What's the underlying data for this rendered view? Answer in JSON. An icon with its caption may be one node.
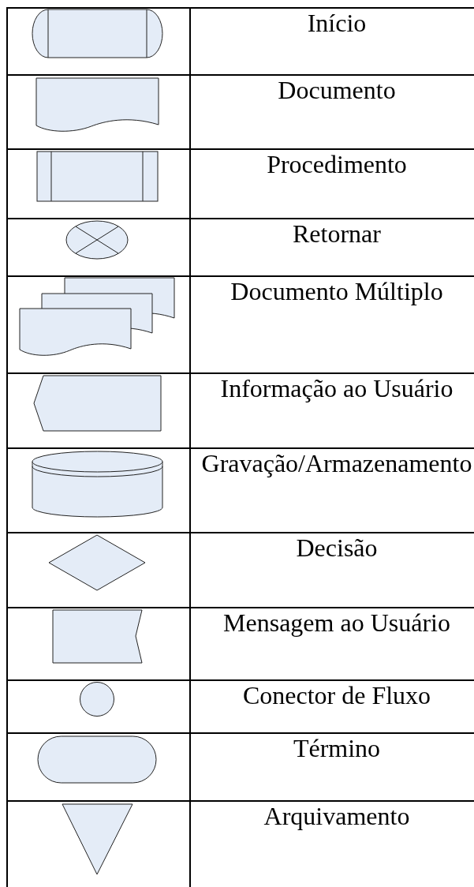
{
  "diagram": {
    "labels": [
      "Início",
      "Documento",
      "Procedimento",
      "Retornar",
      "Documento Múltiplo",
      "Informação ao Usuário",
      "Gravação/Armazenamento",
      "Decisão",
      "Mensagem ao Usuário",
      "Conector de Fluxo",
      "Término",
      "Arquivamento"
    ]
  }
}
